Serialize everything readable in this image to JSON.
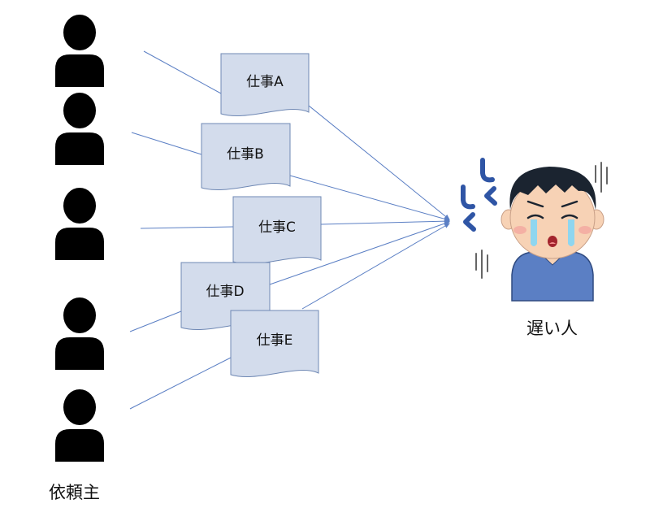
{
  "requesters": {
    "label": "依頼主",
    "count": 5
  },
  "tasks": [
    {
      "label": "仕事A"
    },
    {
      "label": "仕事B"
    },
    {
      "label": "仕事C"
    },
    {
      "label": "仕事D"
    },
    {
      "label": "仕事E"
    }
  ],
  "worker": {
    "label": "遅い人",
    "crying_sound": "しくしく"
  },
  "colors": {
    "document_fill": "#d3dcec",
    "document_stroke": "#6f88b4",
    "arrow": "#5b7fc4",
    "person": "#000000",
    "worker_shirt": "#5b7fc4",
    "worker_hair": "#1b2430",
    "skin": "#f7d2b5",
    "tears": "#8fd6ef",
    "sob_text": "#2f55a5"
  }
}
